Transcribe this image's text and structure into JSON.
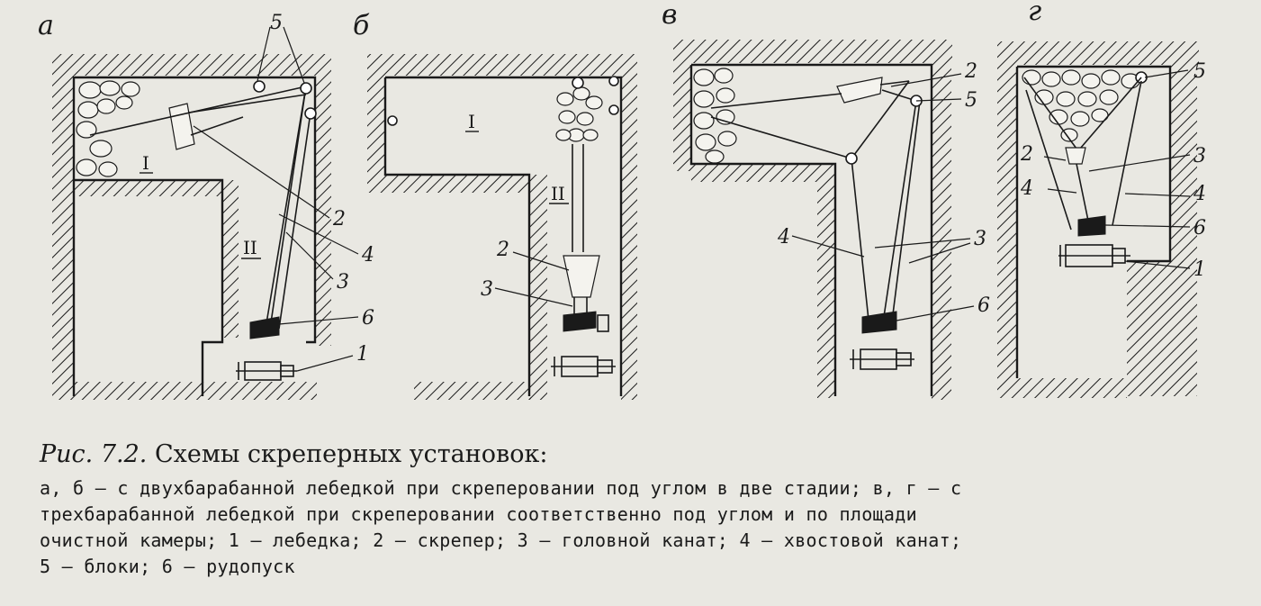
{
  "figure": {
    "panels": [
      {
        "id": "a",
        "label": "а"
      },
      {
        "id": "b",
        "label": "б"
      },
      {
        "id": "v",
        "label": "в"
      },
      {
        "id": "g",
        "label": "г"
      }
    ],
    "stage_labels": {
      "first": "I",
      "second": "II"
    },
    "callouts": [
      "1",
      "2",
      "3",
      "4",
      "5",
      "6"
    ]
  },
  "caption": {
    "prefix": "Рис. 7.2.",
    "title": "Схемы скреперных установок:",
    "lines": [
      "а, б — с двухбарабанной лебедкой при скреперовании под углом в две стадии; в, г — с",
      "трехбарабанной лебедкой при скреперовании соответственно под углом и по площади",
      "очистной камеры;  1 — лебедка;  2 — скрепер;  3 — головной канат;  4 — хвостовой канат;",
      "5 — блоки; 6 — рудопуск"
    ]
  }
}
